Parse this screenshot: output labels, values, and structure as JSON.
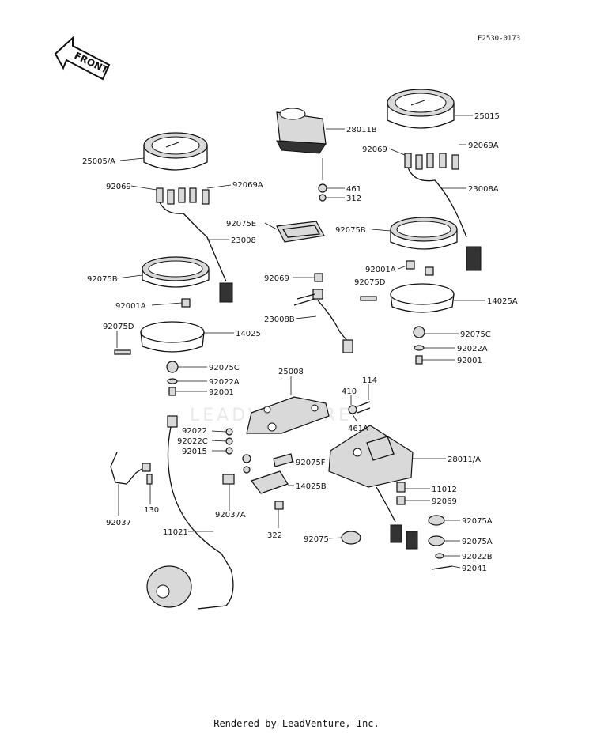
{
  "diagram": {
    "code": "F2530-0173",
    "front_label": "FRONT",
    "watermark": "LEADVENTURE",
    "footer": "Rendered by LeadVenture, Inc.",
    "labels": {
      "p25005A": "25005/A",
      "p92069_l": "92069",
      "p92069A_l": "92069A",
      "p23008": "23008",
      "p92075B_l": "92075B",
      "p92001A_l": "92001A",
      "p92075D_l": "92075D",
      "p14025": "14025",
      "p92075C_l": "92075C",
      "p92022A_l": "92022A",
      "p92001_l": "92001",
      "p28011B": "28011B",
      "p461": "461",
      "p312": "312",
      "p92075E": "92075E",
      "p92069_m": "92069",
      "p23008B": "23008B",
      "p25015": "25015",
      "p92069_r": "92069",
      "p92069A_r": "92069A",
      "p23008A": "23008A",
      "p92075B_r": "92075B",
      "p92001A_r": "92001A",
      "p92075D_r": "92075D",
      "p14025A": "14025A",
      "p92075C_r": "92075C",
      "p92022A_r": "92022A",
      "p92001_r": "92001",
      "p25008": "25008",
      "p410": "410",
      "p114": "114",
      "p461A": "461A",
      "p92022": "92022",
      "p92022C": "92022C",
      "p92015": "92015",
      "p92075F": "92075F",
      "p14025B": "14025B",
      "p92037A": "92037A",
      "p322": "322",
      "p28011A": "28011/A",
      "p11012": "11012",
      "p92069_b": "92069",
      "p92075A_1": "92075A",
      "p92075A_2": "92075A",
      "p92022B": "92022B",
      "p92041": "92041",
      "p92075": "92075",
      "p92037": "92037",
      "p130": "130",
      "p11021": "11021"
    }
  }
}
